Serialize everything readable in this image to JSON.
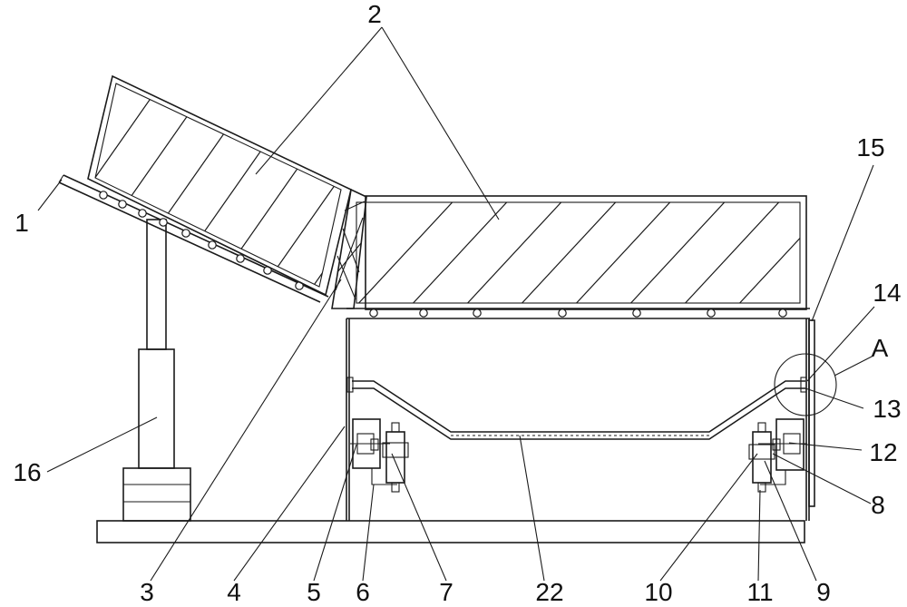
{
  "labels": {
    "l1": "1",
    "l2": "2",
    "l3": "3",
    "l4": "4",
    "l5": "5",
    "l6": "6",
    "l7": "7",
    "l8": "8",
    "l9": "9",
    "l10": "10",
    "l11": "11",
    "l12": "12",
    "l13": "13",
    "l14": "14",
    "l15": "15",
    "l16": "16",
    "l22": "22",
    "lA": "A"
  },
  "colors": {
    "line": "#1a1a1a",
    "background": "#ffffff"
  }
}
